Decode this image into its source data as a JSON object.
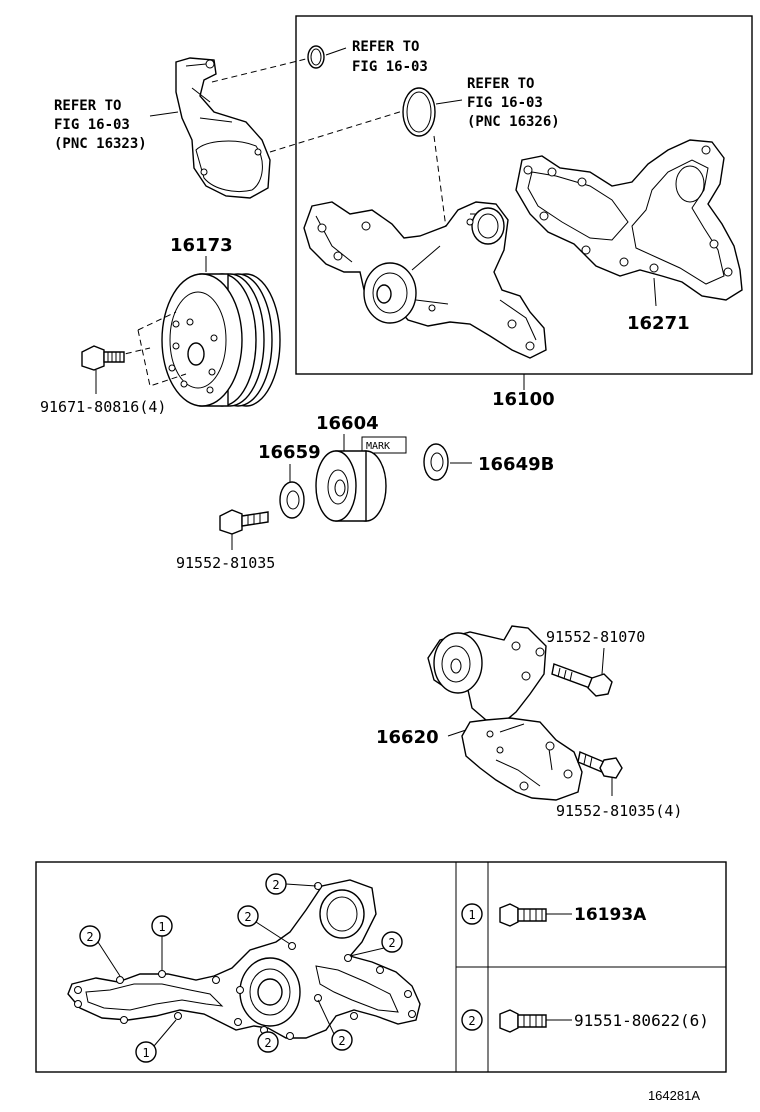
{
  "figure_id": "164281A",
  "refer_labels": {
    "left": {
      "line1": "REFER TO",
      "line2": "FIG 16-03",
      "line3": "(PNC 16323)"
    },
    "top": {
      "line1": "REFER TO",
      "line2": "FIG 16-03"
    },
    "right": {
      "line1": "REFER TO",
      "line2": "FIG 16-03",
      "line3": "(PNC 16326)"
    }
  },
  "parts": {
    "p16173": "16173",
    "p91671": "91671-80816(4)",
    "p16100": "16100",
    "p16271": "16271",
    "p16604": "16604",
    "mark": "MARK",
    "p16659": "16659",
    "p16649b": "16649B",
    "p91552a": "91552-81035",
    "p91552b": "91552-81070",
    "p16620": "16620",
    "p91552c": "91552-81035(4)"
  },
  "legend": {
    "items": [
      {
        "marker": "1",
        "part": "16193A"
      },
      {
        "marker": "2",
        "part": "91551-80622(6)"
      }
    ]
  },
  "callouts": [
    "2",
    "1",
    "2",
    "2",
    "2",
    "2",
    "1",
    "2"
  ]
}
